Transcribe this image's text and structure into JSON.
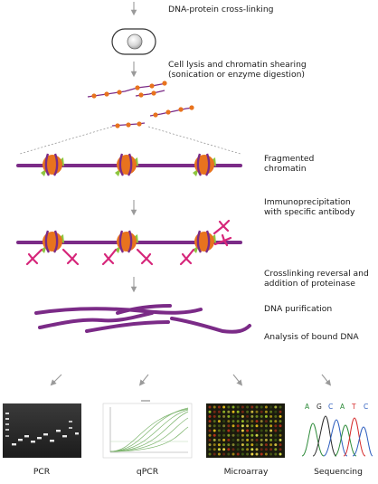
{
  "steps": {
    "crosslinking": "DNA-protein cross-linking",
    "lysis_line1": "Cell lysis and chromatin shearing",
    "lysis_line2": "(sonication or enzyme digestion)",
    "fragmented_line1": "Fragmented",
    "fragmented_line2": "chromatin",
    "ip_line1": "Immunoprecipitation",
    "ip_line2": "with specific antibody",
    "reversal_line1": "Crosslinking reversal and",
    "reversal_line2": "addition of proteinase",
    "purification": "DNA purification",
    "analysis": "Analysis of bound DNA"
  },
  "methods": [
    {
      "label": "PCR",
      "icon": "gel-electrophoresis-image"
    },
    {
      "label": "qPCR",
      "icon": "amplification-curve-image"
    },
    {
      "label": "Microarray",
      "icon": "microarray-image"
    },
    {
      "label": "Sequencing",
      "icon": "chromatogram-image"
    }
  ],
  "sequence_letters": [
    "A",
    "G",
    "C",
    "A",
    "T",
    "C"
  ],
  "colors": {
    "dna": "#7b2b87",
    "histone": "#e8731e",
    "protein": "#8dc63f",
    "antibody": "#d6267a",
    "arrow": "#9a9a9a",
    "cell": "#333333"
  }
}
